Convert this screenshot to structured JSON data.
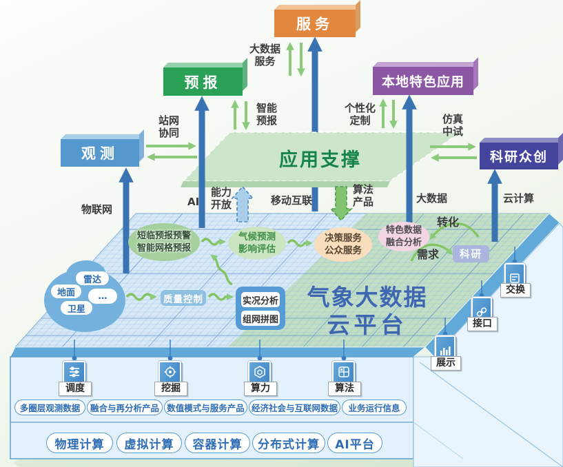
{
  "nodes": {
    "observe": "观测",
    "forecast": "预报",
    "service": "服务",
    "local_app": "本地特色应用",
    "research_innovation": "科研众创",
    "app_support": "应用支撑"
  },
  "edge_labels": {
    "iot": "物联网",
    "ai": "AI",
    "capability_l1": "能力",
    "capability_l2": "开放",
    "mobile": "移动互联",
    "algo_product_l1": "算法",
    "algo_product_l2": "产品",
    "bigdata": "大数据",
    "cloud_computing": "云计算",
    "station_l1": "站网",
    "station_l2": "协同",
    "smart_forecast_l1": "智能",
    "smart_forecast_l2": "预报",
    "bigdata_service_l1": "大数据",
    "bigdata_service_l2": "服务",
    "custom_l1": "个性化",
    "custom_l2": "定制",
    "simulation_l1": "仿真",
    "simulation_l2": "中试",
    "transform": "转化",
    "demand": "需求"
  },
  "platform": {
    "title_l1": "气象大数据",
    "title_l2": "云平台",
    "nowcast_l1": "短临预报预警",
    "nowcast_l2": "智能网格预报",
    "climate_l1": "气候预测",
    "climate_l2": "影响评估",
    "decision_l1": "决策服务",
    "decision_l2": "公众服务",
    "feature_l1": "特色数据",
    "feature_l2": "融合分析",
    "research_box": "科研",
    "quality": "质量控制",
    "realtime": "实况分析",
    "mosaic": "组网拼图"
  },
  "cloud_sources": {
    "radar": "雷达",
    "ground": "地面",
    "satellite": "卫星",
    "more": "…"
  },
  "front_icons": [
    {
      "label": "调度"
    },
    {
      "label": "挖掘"
    },
    {
      "label": "算力"
    },
    {
      "label": "算法"
    }
  ],
  "side_icons": [
    {
      "label": "展示"
    },
    {
      "label": "接口"
    },
    {
      "label": "交换"
    }
  ],
  "data_pills": [
    "多圈层观测数据",
    "融合与再分析产品",
    "数值模式与服务产品",
    "经济社会与互联网数据",
    "业务运行信息"
  ],
  "compute_pills": [
    "物理计算",
    "虚拟计算",
    "容器计算",
    "分布式计算",
    "AI平台"
  ],
  "colors": {
    "observe_blue": "#5598cd",
    "forecast_green": "#2ba157",
    "service_orange": "#e2873e",
    "local_purple": "#8b57a5",
    "research_indigo": "#45449c",
    "plane_green": "#cde6cb",
    "platform_blue": "#d8eaf8",
    "band_green": "#c2dfc6",
    "arrow_blue": "#3973b1",
    "arrow_green": "#8bc97b",
    "title_blue": "#3f66b0"
  }
}
